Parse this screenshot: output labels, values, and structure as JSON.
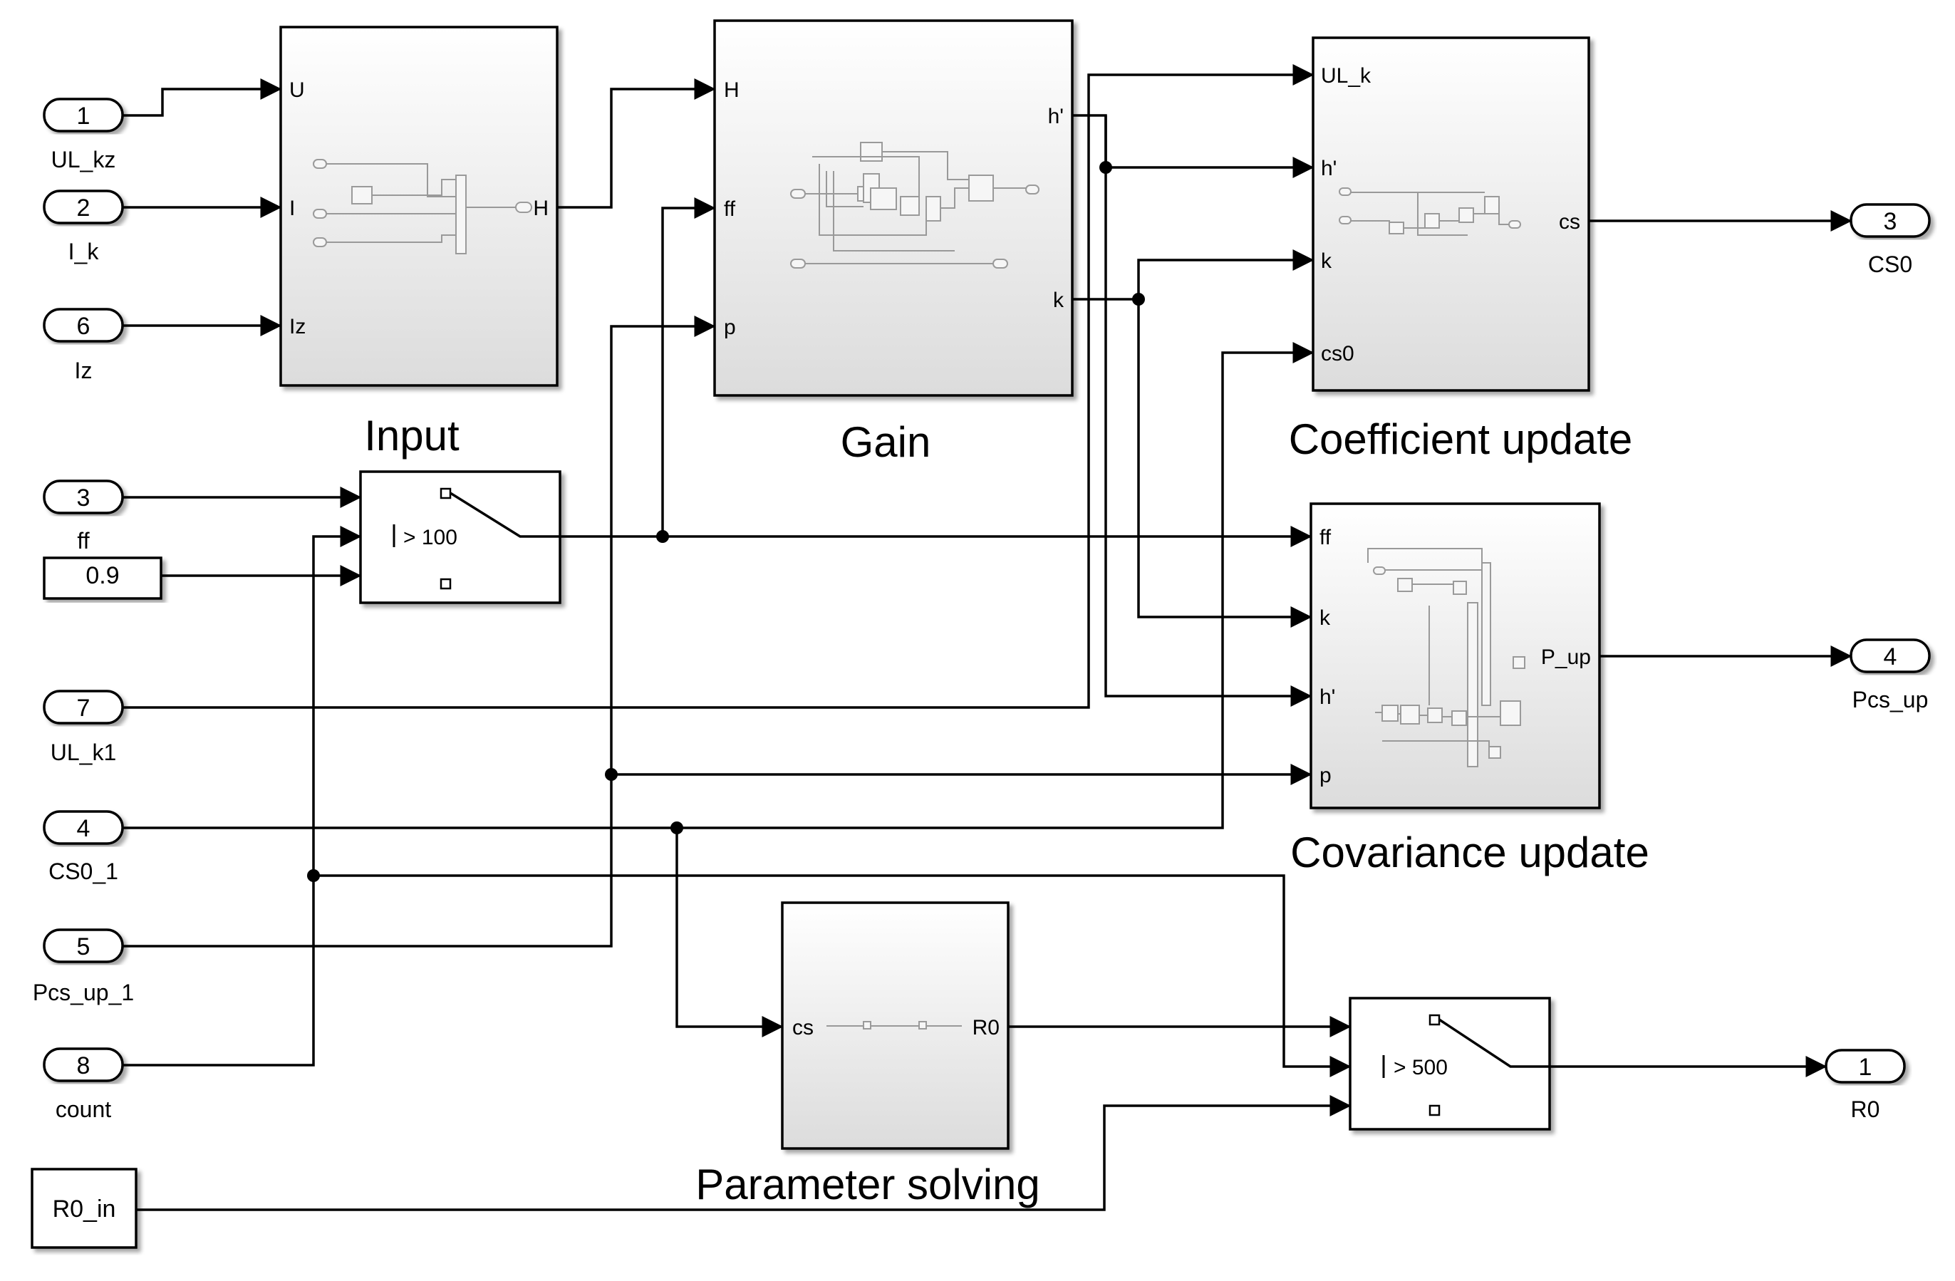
{
  "inports": [
    {
      "num": "1",
      "label": "UL_kz"
    },
    {
      "num": "2",
      "label": "I_k"
    },
    {
      "num": "6",
      "label": "Iz"
    },
    {
      "num": "3",
      "label": "ff"
    },
    {
      "num": "7",
      "label": "UL_k1"
    },
    {
      "num": "4",
      "label": "CS0_1"
    },
    {
      "num": "5",
      "label": "Pcs_up_1"
    },
    {
      "num": "8",
      "label": "count"
    }
  ],
  "constants": [
    {
      "value": "0.9"
    },
    {
      "value": "R0_in"
    }
  ],
  "outports": [
    {
      "num": "3",
      "label": "CS0"
    },
    {
      "num": "4",
      "label": "Pcs_up"
    },
    {
      "num": "1",
      "label": "R0"
    }
  ],
  "subsystems": {
    "input": {
      "title": "Input",
      "in": [
        "U",
        "I",
        "Iz"
      ],
      "out": [
        "H"
      ]
    },
    "gain": {
      "title": "Gain",
      "in": [
        "H",
        "ff",
        "p"
      ],
      "out": [
        "h'",
        "k"
      ]
    },
    "coef": {
      "title": "Coefficient update",
      "in": [
        "UL_k",
        "h'",
        "k",
        "cs0"
      ],
      "out": [
        "cs"
      ]
    },
    "cov": {
      "title": "Covariance update",
      "in": [
        "ff",
        "k",
        "h'",
        "p"
      ],
      "out": [
        "P_up"
      ]
    },
    "param": {
      "title": "Parameter solving",
      "in": [
        "cs"
      ],
      "out": [
        "R0"
      ]
    }
  },
  "switches": [
    {
      "threshold": "> 100"
    },
    {
      "threshold": "> 500"
    }
  ]
}
